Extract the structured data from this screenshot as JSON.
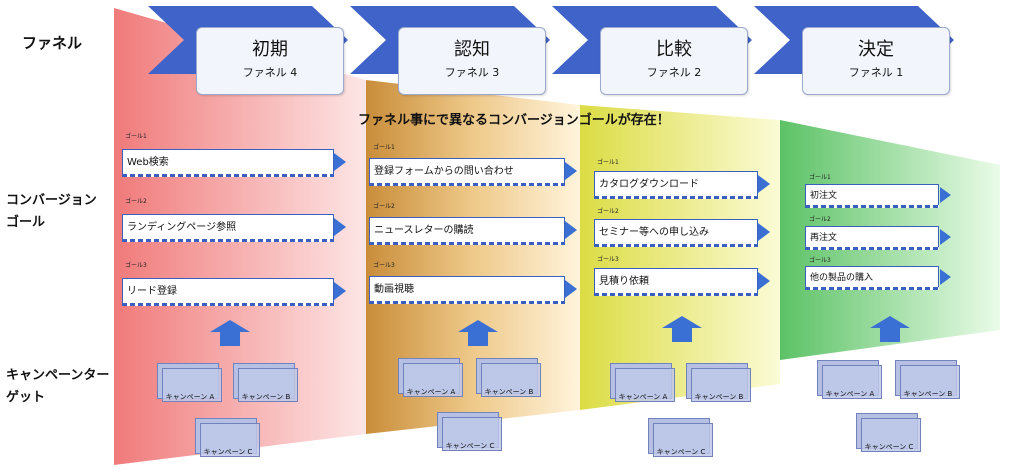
{
  "labels": {
    "funnel": "ファネル",
    "conversion_goal": "コンバージョン\nゴール",
    "campaign_target": "キャンペーンター\nゲット"
  },
  "banner": "ファネル事にで異なるコンバージョンゴールが存在！",
  "colors": {
    "chevron": "#3f63c8",
    "stage1": "#f28080",
    "stage2": "#c98f3a",
    "stage3": "#dede4a",
    "stage4": "#62c86a",
    "arrow": "#3a6fd4"
  },
  "stages": [
    {
      "title": "初期",
      "sub": "ファネル 4",
      "goals": [
        {
          "tag": "ゴール1",
          "text": "Web検索"
        },
        {
          "tag": "ゴール2",
          "text": "ランディングページ参照"
        },
        {
          "tag": "ゴール3",
          "text": "リード登録"
        }
      ],
      "campaigns": [
        "キャンペーン A",
        "キャンペーン B",
        "キャンペーン C"
      ]
    },
    {
      "title": "認知",
      "sub": "ファネル 3",
      "goals": [
        {
          "tag": "ゴール1",
          "text": "登録フォームからの問い合わせ"
        },
        {
          "tag": "ゴール2",
          "text": "ニュースレターの購読"
        },
        {
          "tag": "ゴール3",
          "text": "動画視聴"
        }
      ],
      "campaigns": [
        "キャンペーン A",
        "キャンペーン B",
        "キャンペーン C"
      ]
    },
    {
      "title": "比較",
      "sub": "ファネル 2",
      "goals": [
        {
          "tag": "ゴール1",
          "text": "カタログダウンロード"
        },
        {
          "tag": "ゴール2",
          "text": "セミナー等への申し込み"
        },
        {
          "tag": "ゴール3",
          "text": "見積り依頼"
        }
      ],
      "campaigns": [
        "キャンペーン A",
        "キャンペーン B",
        "キャンペーン C"
      ]
    },
    {
      "title": "決定",
      "sub": "ファネル 1",
      "goals": [
        {
          "tag": "ゴール1",
          "text": "初注文"
        },
        {
          "tag": "ゴール2",
          "text": "再注文"
        },
        {
          "tag": "ゴール3",
          "text": "他の製品の購入"
        }
      ],
      "campaigns": [
        "キャンペーン A",
        "キャンペーン B",
        "キャンペーン C"
      ]
    }
  ]
}
